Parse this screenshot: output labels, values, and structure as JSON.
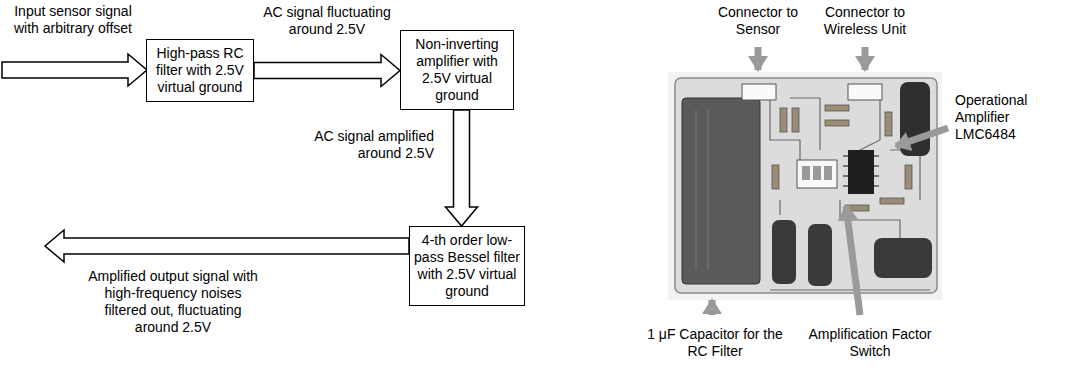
{
  "diagram": {
    "nodes": [
      {
        "text": [
          "High-pass RC filter with 2.5V virtual ground"
        ]
      },
      {
        "text": [
          "Non-inverting amplifier with 2.5V virtual ground"
        ]
      },
      {
        "text": [
          "4-th order low-pass Bessel filter with 2.5V virtual ground"
        ]
      }
    ],
    "edges": [
      {
        "from": 0,
        "to": 1,
        "arrow": "to",
        "label": "AC signal fluctuating around 2.5V"
      },
      {
        "from": 1,
        "to": 2,
        "arrow": "to",
        "label": "AC signal amplified around 2.5V"
      }
    ],
    "labels": [
      "Input sensor signal with arbitrary offset",
      "Amplified output signal with high-frequency noises filtered out, fluctuating around 2.5V",
      "Connector to Sensor",
      "Connector to Wireless Unit",
      "Operational Amplifier LMC6484",
      "1 μF Capacitor for the RC Filter",
      "Amplification Factor Switch"
    ]
  }
}
